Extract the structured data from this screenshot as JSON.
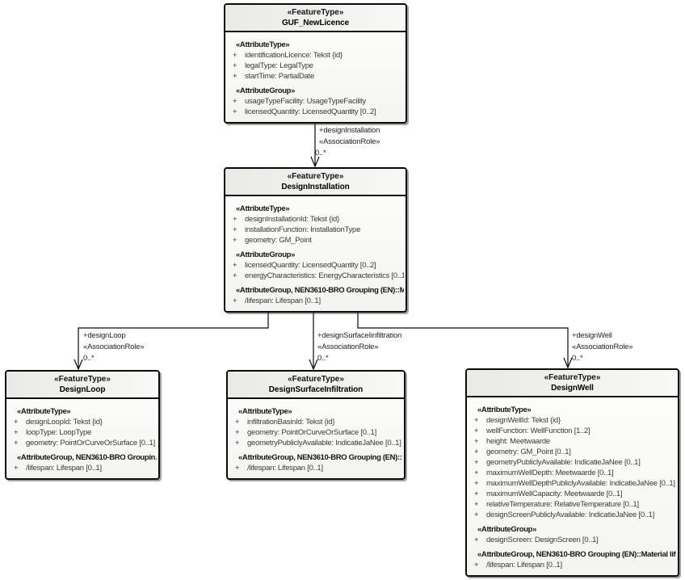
{
  "diagram_title": "GUF design feature types UML diagram",
  "colors": {
    "line": "#0a0a0a",
    "header_fill": "#ededea",
    "body_fill": "#fafaf8",
    "attribute_text": "#3c3a33"
  },
  "classes": [
    {
      "stereotype": "«FeatureType»",
      "name": "GUF_NewLicence",
      "compartments": [
        {
          "header": "«AttributeType»",
          "attributes": [
            {
              "vis": "+",
              "text": "identificationLicence: Tekst {id}"
            },
            {
              "vis": "+",
              "text": "legalType: LegalType"
            },
            {
              "vis": "+",
              "text": "startTime: PartialDate"
            }
          ]
        },
        {
          "header": "«AttributeGroup»",
          "attributes": [
            {
              "vis": "+",
              "text": "usageTypeFacility: UsageTypeFacility"
            },
            {
              "vis": "+",
              "text": "licensedQuantity: LicensedQuantity [0..2]"
            }
          ]
        }
      ]
    },
    {
      "stereotype": "«FeatureType»",
      "name": "DesignInstallation",
      "compartments": [
        {
          "header": "«AttributeType»",
          "attributes": [
            {
              "vis": "+",
              "text": "designInstallationId: Tekst {id}"
            },
            {
              "vis": "+",
              "text": "installationFunction: InstallationType"
            },
            {
              "vis": "+",
              "text": "geometry: GM_Point"
            }
          ]
        },
        {
          "header": "«AttributeGroup»",
          "attributes": [
            {
              "vis": "+",
              "text": "licensedQuantity: LicensedQuantity [0..2]"
            },
            {
              "vis": "+",
              "text": "energyCharacteristics: EnergyCharacteristics [0..1]"
            }
          ]
        },
        {
          "header": "«AttributeGroup, NEN3610-BRO Grouping (EN)::M…",
          "attributes": [
            {
              "vis": "+",
              "text": "/lifespan: Lifespan [0..1]"
            }
          ]
        }
      ]
    },
    {
      "stereotype": "«FeatureType»",
      "name": "DesignLoop",
      "compartments": [
        {
          "header": "«AttributeType»",
          "attributes": [
            {
              "vis": "+",
              "text": "designLoopId: Tekst {id}"
            },
            {
              "vis": "+",
              "text": "loopType: LoopType"
            },
            {
              "vis": "+",
              "text": "geometry: PointOrCurveOrSurface [0..1]"
            }
          ]
        },
        {
          "header": "«AttributeGroup, NEN3610-BRO Groupin…",
          "attributes": [
            {
              "vis": "+",
              "text": "/lifespan: Lifespan [0..1]"
            }
          ]
        }
      ]
    },
    {
      "stereotype": "«FeatureType»",
      "name": "DesignSurfaceInfiltration",
      "compartments": [
        {
          "header": "«AttributeType»",
          "attributes": [
            {
              "vis": "+",
              "text": "infiltrationBasinId: Tekst {id}"
            },
            {
              "vis": "+",
              "text": "geometry: PointOrCurveOrSurface [0..1]"
            },
            {
              "vis": "+",
              "text": "geometryPubliclyAvailable: IndicatieJaNee [0..1]"
            }
          ]
        },
        {
          "header": "«AttributeGroup, NEN3610-BRO Grouping (EN)::M…",
          "attributes": [
            {
              "vis": "+",
              "text": "/lifespan: Lifespan [0..1]"
            }
          ]
        }
      ]
    },
    {
      "stereotype": "«FeatureType»",
      "name": "DesignWell",
      "compartments": [
        {
          "header": "«AttributeType»",
          "attributes": [
            {
              "vis": "+",
              "text": "designWellId: Tekst {id}"
            },
            {
              "vis": "+",
              "text": "wellFunction: WellFunction [1..2]"
            },
            {
              "vis": "+",
              "text": "height: Meetwaarde"
            },
            {
              "vis": "+",
              "text": "geometry: GM_Point [0..1]"
            },
            {
              "vis": "+",
              "text": "geometryPubliclyAvailable: IndicatieJaNee [0..1]"
            },
            {
              "vis": "+",
              "text": "maximumWellDepth: Meetwaarde [0..1]"
            },
            {
              "vis": "+",
              "text": "maximumWellDepthPubliclyAvailable: IndicatieJaNee [0..1]"
            },
            {
              "vis": "+",
              "text": "maximumWellCapacity: Meetwaarde [0..1]"
            },
            {
              "vis": "+",
              "text": "relativeTemperature: RelativeTemperature [0..1]"
            },
            {
              "vis": "+",
              "text": "designScreenPubliclyAvailable: IndicatieJaNee [0..1]"
            }
          ]
        },
        {
          "header": "«AttributeGroup»",
          "attributes": [
            {
              "vis": "+",
              "text": "designScreen: DesignScreen [0..1]"
            }
          ]
        },
        {
          "header": "«AttributeGroup, NEN3610-BRO Grouping (EN)::Material lif…",
          "attributes": [
            {
              "vis": "+",
              "text": "/lifespan: Lifespan [0..1]"
            }
          ]
        }
      ]
    }
  ],
  "associations": [
    {
      "role": "+designInstallation",
      "stereotype": "«AssociationRole»",
      "multiplicity": "0..*"
    },
    {
      "role": "+designLoop",
      "stereotype": "«AssociationRole»",
      "multiplicity": "0..*"
    },
    {
      "role": "+designSurfaceIinfiltration",
      "stereotype": "«AssociationRole»",
      "multiplicity": "0..*"
    },
    {
      "role": "+designWell",
      "stereotype": "«AssociationRole»",
      "multiplicity": "0..*"
    }
  ]
}
